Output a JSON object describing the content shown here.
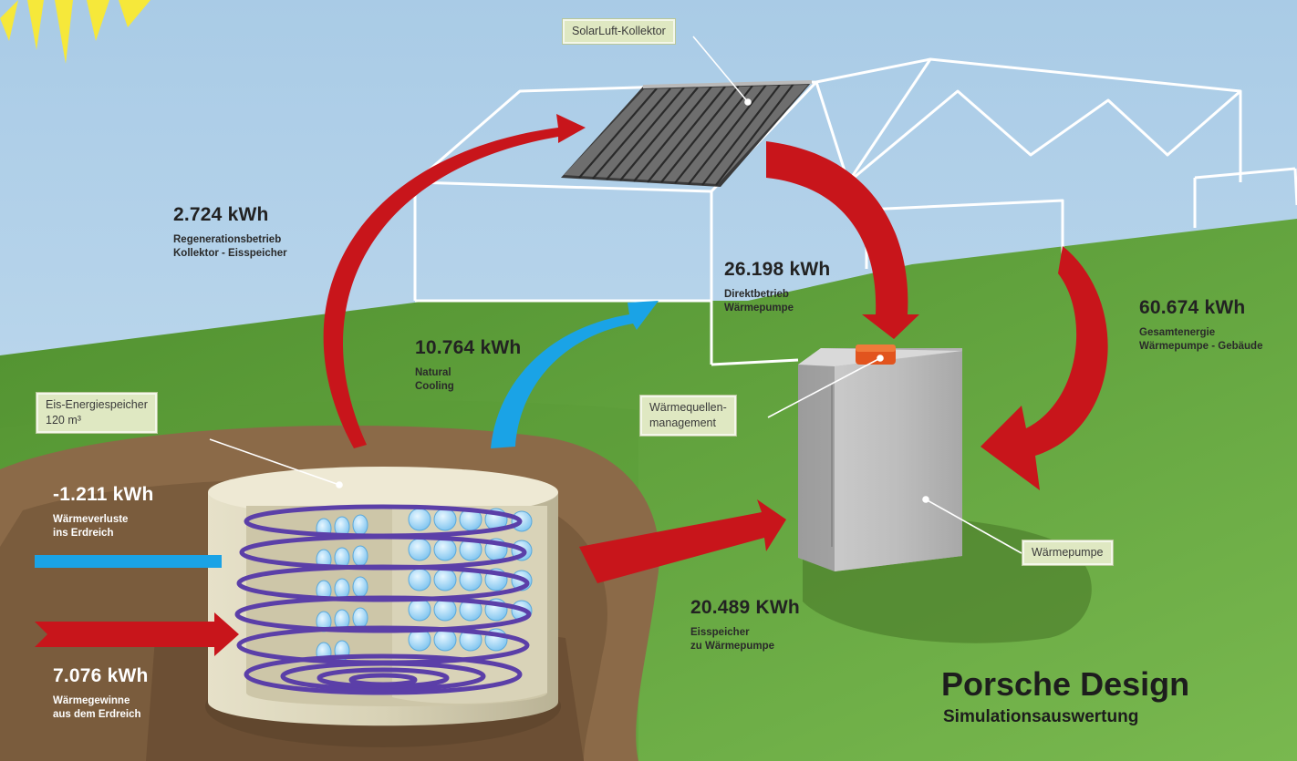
{
  "callouts": {
    "collector": "SolarLuft-Kollektor",
    "ice_storage_line1": "Eis-Energiespeicher",
    "ice_storage_line2": "120 m³",
    "source_mgmt_line1": "Wärmequellen-",
    "source_mgmt_line2": "management",
    "heat_pump": "Wärmepumpe"
  },
  "flows": {
    "regeneration": {
      "value": "2.724 kWh",
      "line1": "Regenerationsbetrieb",
      "line2": "Kollektor - Eisspeicher"
    },
    "natural_cooling": {
      "value": "10.764 kWh",
      "line1": "Natural",
      "line2": "Cooling"
    },
    "direct": {
      "value": "26.198 kWh",
      "line1": "Direktbetrieb",
      "line2": "Wärmepumpe"
    },
    "total": {
      "value": "60.674 kWh",
      "line1": "Gesamtenergie",
      "line2": "Wärmepumpe - Gebäude"
    },
    "losses": {
      "value": "-1.211 kWh",
      "line1": "Wärmeverluste",
      "line2": "ins Erdreich"
    },
    "gains": {
      "value": "7.076 kWh",
      "line1": "Wärmegewinne",
      "line2": "aus dem Erdreich"
    },
    "ice_to_pump": {
      "value": "20.489 KWh",
      "line1": "Eisspeicher",
      "line2": "zu Wärmepumpe"
    }
  },
  "brand": {
    "title": "Porsche Design",
    "subtitle": "Simulationsauswertung"
  },
  "colors": {
    "sky": "#b7d4ea",
    "grass": "#5e9e3a",
    "soil": "#8b6a48",
    "hot_arrow": "#c8151b",
    "cold_arrow": "#1aa3e6",
    "coil": "#5b3fa8",
    "callout_bg": "#dfe8c2"
  }
}
